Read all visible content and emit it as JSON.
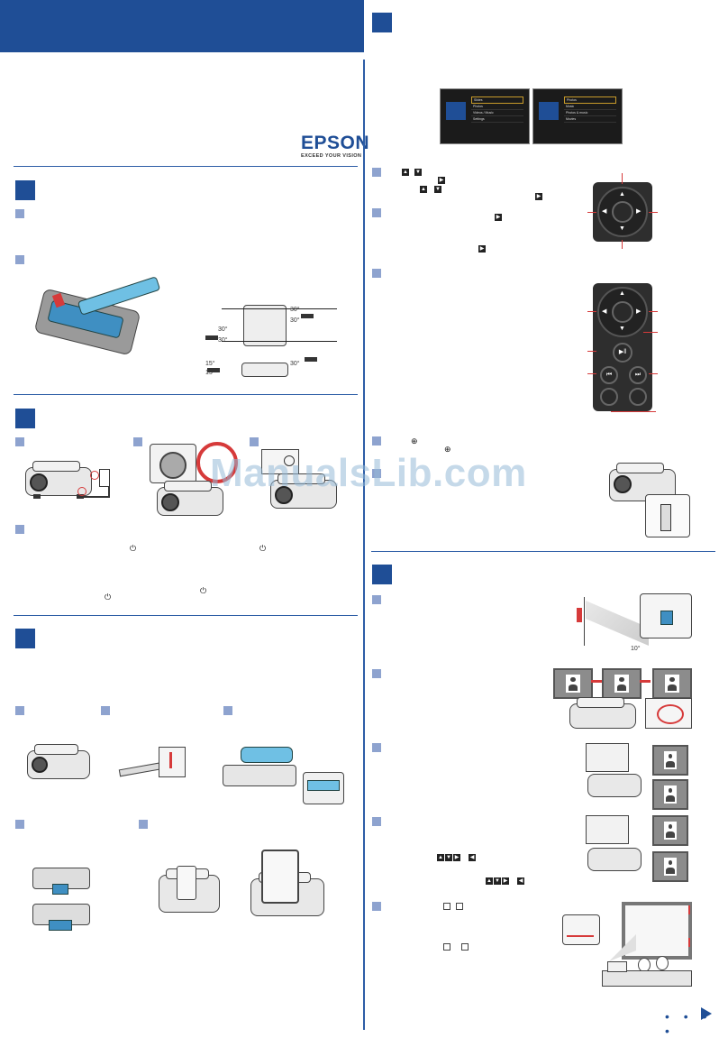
{
  "colors": {
    "brand_blue": "#1f4e96",
    "step_marker": "#8ea3cf",
    "rule_blue": "#2d5da6",
    "callout_red": "#d63a3a"
  },
  "brand": {
    "logo_word": "EPSON",
    "logo_tagline": "EXCEED YOUR VISION"
  },
  "watermark": "ManualsLib.com",
  "icons": {
    "power": "⏻",
    "enter": "⊕",
    "play_pause": "▶‖",
    "prev": "⏮",
    "next": "⏭",
    "vol_down": "🔉",
    "vol_up": "🔊",
    "pager_dots": "• • • •"
  },
  "menu_screens": [
    {
      "items": [
        "Slides",
        "Photos",
        "Videos / Music",
        "Settings"
      ]
    },
    {
      "items": [
        "Photos",
        "Music",
        "Photos & music",
        "Movies"
      ]
    }
  ],
  "angles": {
    "top_right": "30°",
    "top_right_b": "30°",
    "left_a": "30°",
    "left_b": "30°",
    "bottom_a": "15°",
    "bottom_b": "15°",
    "bottom_right": "30°"
  },
  "tilt_angle": "10°"
}
